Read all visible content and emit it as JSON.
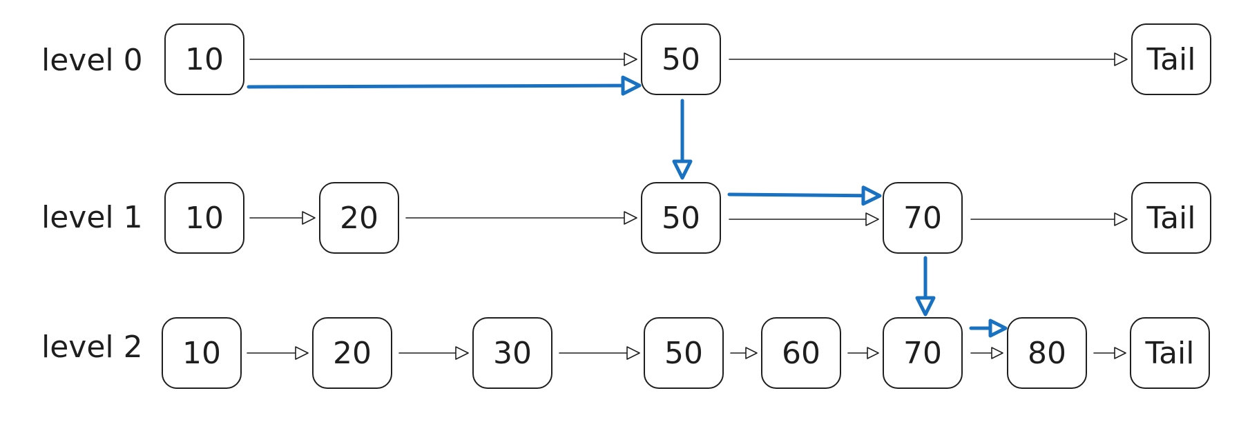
{
  "colors": {
    "stroke": "#1e1e1e",
    "highlight": "#1971c2",
    "background": "#ffffff"
  },
  "levels": [
    {
      "label": "level 0",
      "nodes": [
        "10",
        "50",
        "Tail"
      ]
    },
    {
      "label": "level 1",
      "nodes": [
        "10",
        "20",
        "50",
        "70",
        "Tail"
      ]
    },
    {
      "label": "level 2",
      "nodes": [
        "10",
        "20",
        "30",
        "50",
        "60",
        "70",
        "80",
        "Tail"
      ]
    }
  ],
  "search_path": [
    "level 0: 10 → 50",
    "level 0 → level 1 at 50",
    "level 1: 50 → 70",
    "level 1 → level 2 at 70",
    "level 2: 70 → 80"
  ]
}
